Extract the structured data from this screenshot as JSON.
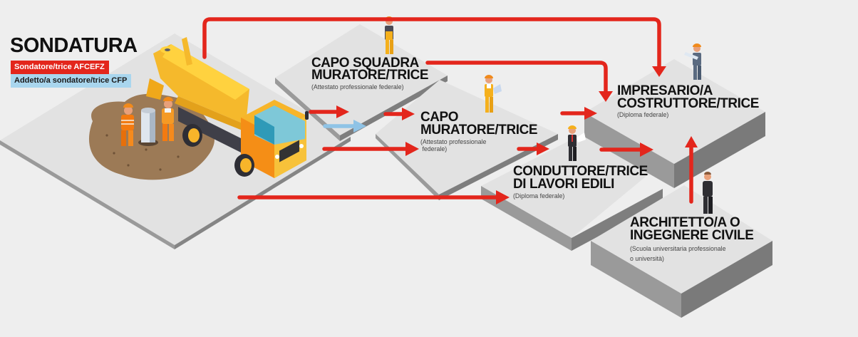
{
  "header": {
    "title": "SONDATURA",
    "badges": [
      {
        "label": "Sondatore/trice AFCEFZ",
        "color": "#e3261c",
        "kind": "red"
      },
      {
        "label": "Addetto/a sondatore/trice CFP",
        "color": "#a9d6ee",
        "kind": "blue"
      }
    ]
  },
  "levels": {
    "capo_squadra": {
      "title_line1": "CAPO SQUADRA",
      "title_line2": "MURATORE/TRICE",
      "sub": "(Attestato professionale federale)"
    },
    "capo_muratore": {
      "title_line1": "CAPO",
      "title_line2": "MURATORE/TRICE",
      "sub_line1": "(Attestato professionale",
      "sub_line2": " federale)"
    },
    "conduttore": {
      "title_line1": "CONDUTTORE/TRICE",
      "title_line2": "DI LAVORI EDILI",
      "sub": "(Diploma federale)"
    },
    "impresario": {
      "title_line1": "IMPRESARIO/A",
      "title_line2": "COSTRUTTORE/TRICE",
      "sub": "(Diploma federale)"
    },
    "architetto": {
      "title_line1": "ARCHITETTO/A O",
      "title_line2": "INGEGNERE CIVILE",
      "sub_line1": "(Scuola universitaria professionale",
      "sub_line2": "o università)"
    }
  },
  "colors": {
    "arrow_red": "#e3261c",
    "arrow_blue": "#8fc3e6",
    "background": "#eeeeee",
    "platform_top": "#e4e4e4",
    "platform_left": "#9a9a9a",
    "platform_right": "#7a7a7a"
  },
  "icons": {
    "concrete_truck": "concrete-mixer-truck-illustration",
    "workers": "construction-worker-illustration",
    "pipe": "drill-pipe-illustration"
  }
}
